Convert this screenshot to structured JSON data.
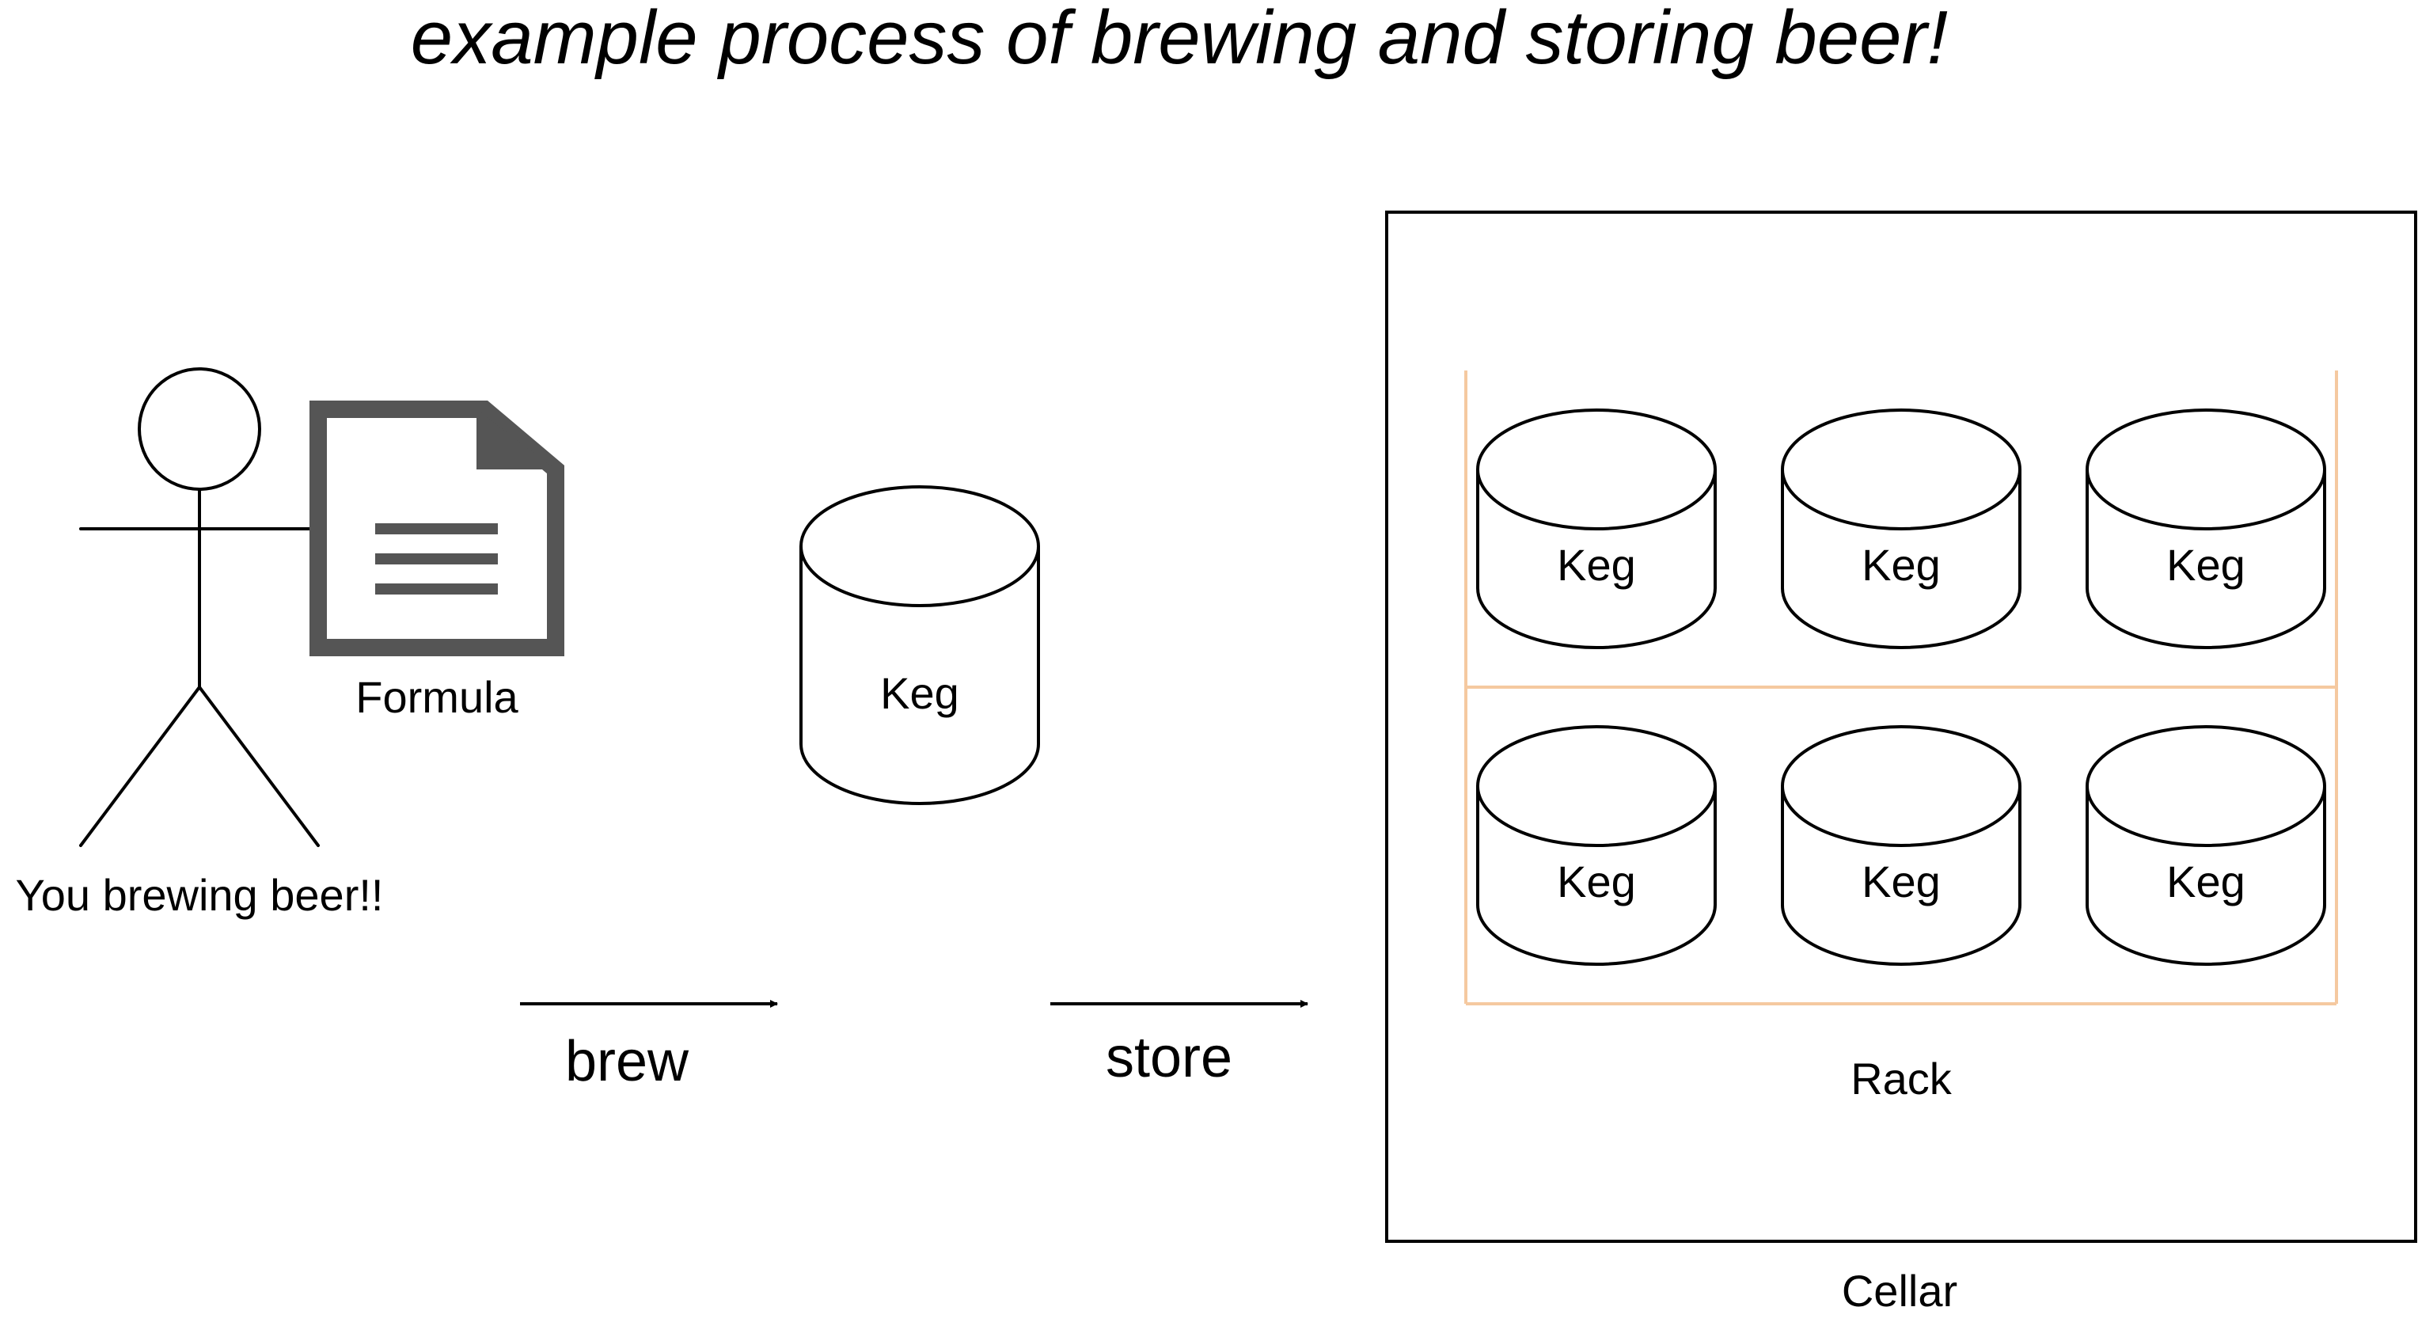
{
  "title": "example process of brewing and storing beer!",
  "actor": {
    "label": "You brewing beer!!"
  },
  "document": {
    "label": "Formula",
    "icon": "document-icon"
  },
  "edges": {
    "brew_label": "brew",
    "store_label": "store"
  },
  "brewed_keg": {
    "label": "Keg"
  },
  "cellar": {
    "label": "Cellar",
    "rack": {
      "label": "Rack",
      "kegs": [
        "Keg",
        "Keg",
        "Keg",
        "Keg",
        "Keg",
        "Keg"
      ]
    }
  },
  "colors": {
    "stroke": "#000000",
    "document_fill": "#555555",
    "rack_stroke": "#f5c9a0",
    "background": "#ffffff"
  }
}
